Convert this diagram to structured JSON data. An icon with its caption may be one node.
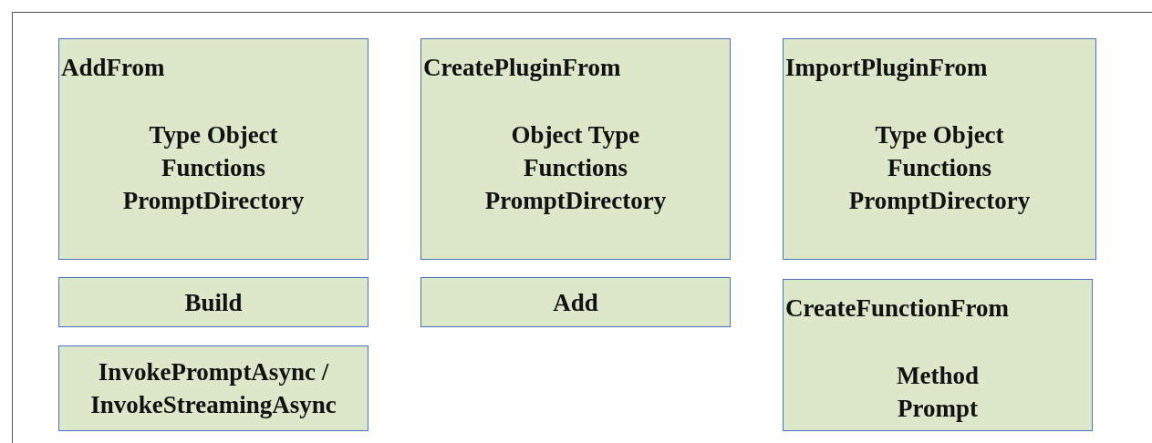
{
  "diagram": {
    "nodes": [
      {
        "text": [
          "AddFrom",
          "Type Object Functions PromptDirectory"
        ]
      },
      {
        "text": [
          "CreatePluginFrom",
          "Object Type Functions PromptDirectory"
        ]
      },
      {
        "text": [
          "ImportPluginFrom",
          "Type Object Functions PromptDirectory"
        ]
      },
      {
        "text": [
          "Build"
        ]
      },
      {
        "text": [
          "Add"
        ]
      },
      {
        "text": [
          "CreateFunctionFrom",
          "Method Prompt"
        ]
      },
      {
        "text": [
          "InvokePromptAsync / InvokeStreamingAsync"
        ]
      }
    ]
  }
}
